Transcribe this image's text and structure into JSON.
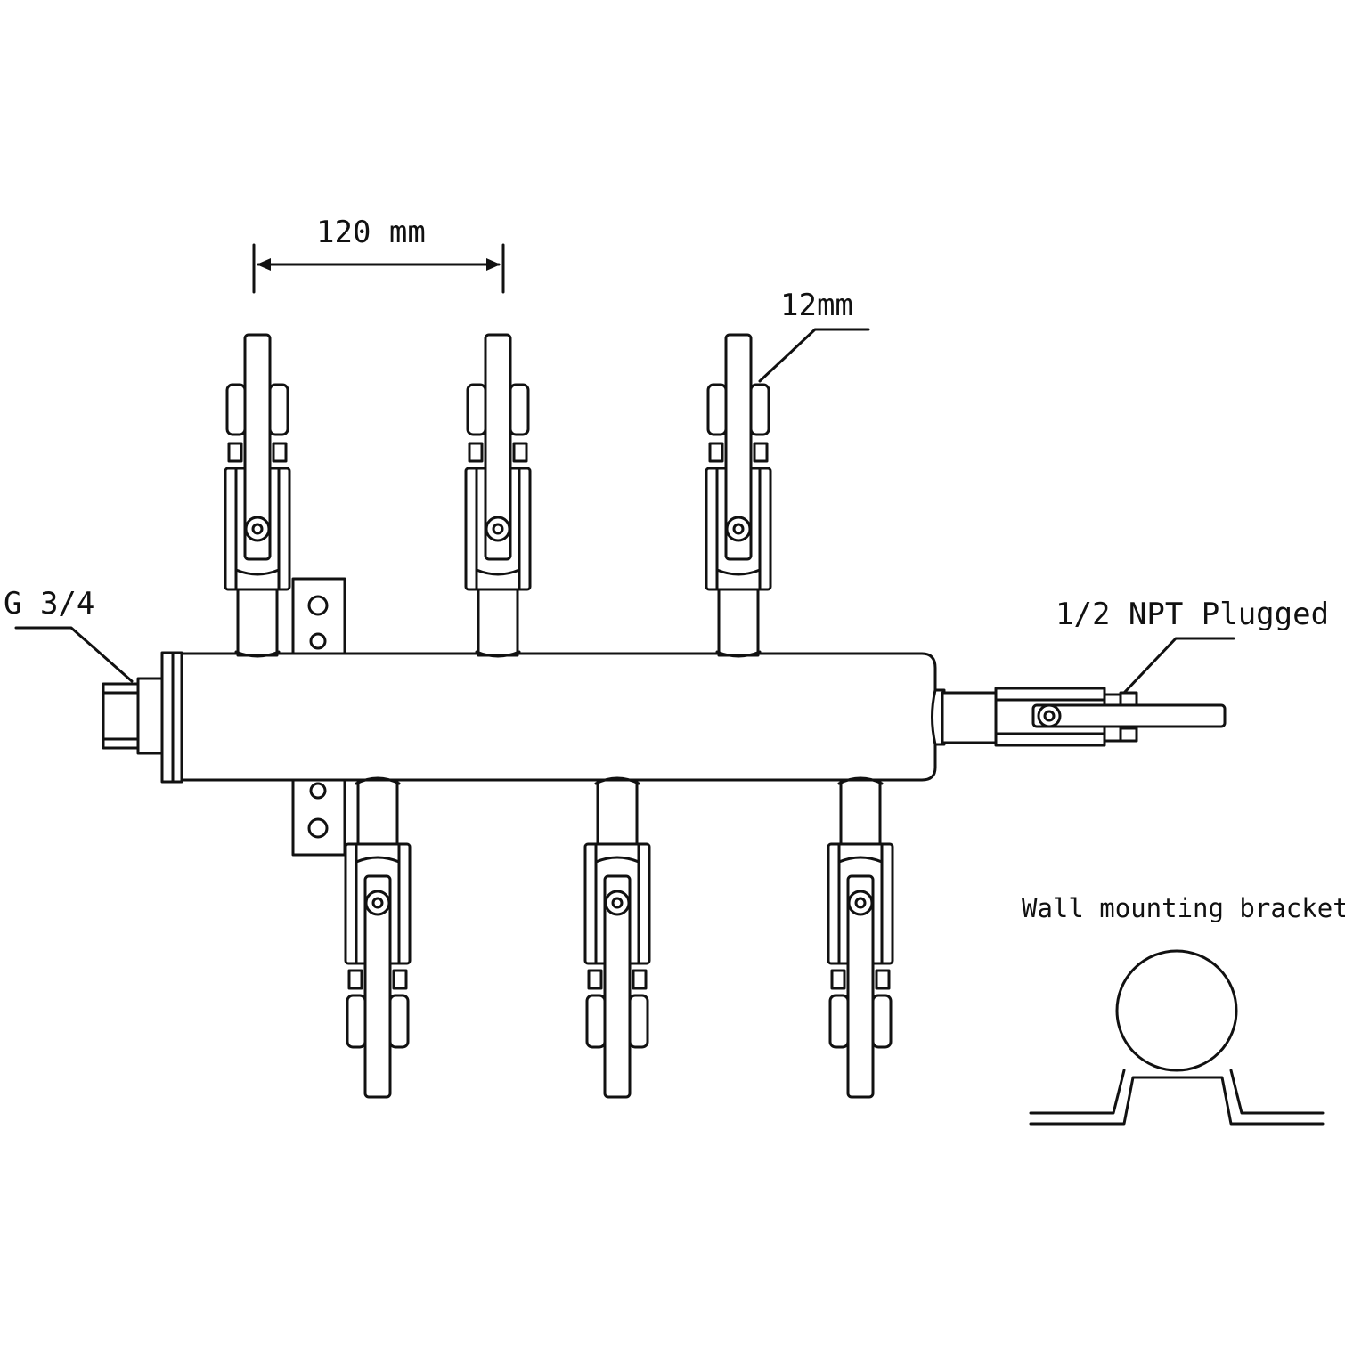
{
  "labels": {
    "spacing": "120 mm",
    "tube_size": "12mm",
    "inlet": "G 3/4",
    "outlet": "1/2 NPT Plugged",
    "bracket": "Wall mounting bracket"
  },
  "colors": {
    "line": "#111111",
    "background": "#ffffff"
  },
  "valves_top": 3,
  "valves_bottom": 3
}
